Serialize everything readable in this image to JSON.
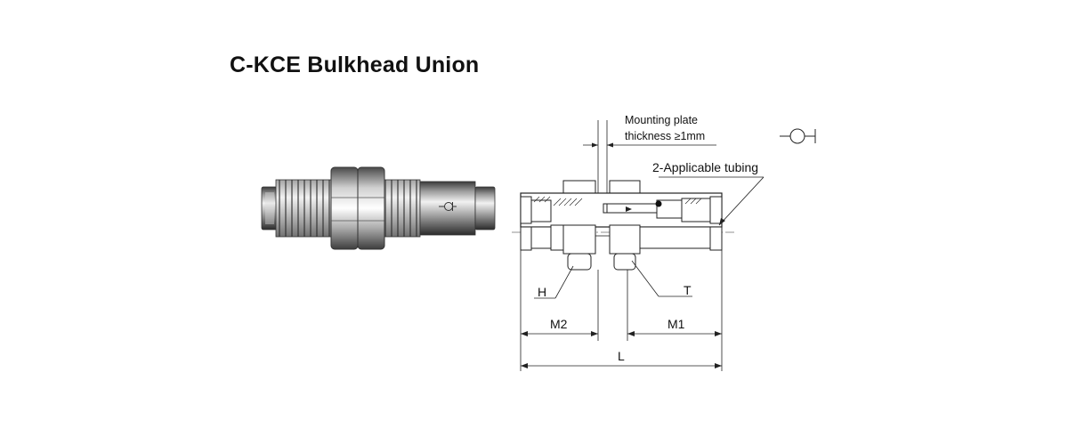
{
  "page": {
    "title": "C-KCE Bulkhead Union"
  },
  "drawing": {
    "mounting_plate_line1": "Mounting plate",
    "mounting_plate_line2": "thickness ≥1mm",
    "tubing_label": "2-Applicable tubing",
    "label_h": "H",
    "label_t": "T",
    "label_m2": "M2",
    "label_m1": "M1",
    "label_l": "L"
  },
  "colors": {
    "line": "#222222",
    "metal_dark": "#5a5a5a",
    "metal_mid": "#9a9a9a",
    "metal_light": "#e6e6e6"
  }
}
